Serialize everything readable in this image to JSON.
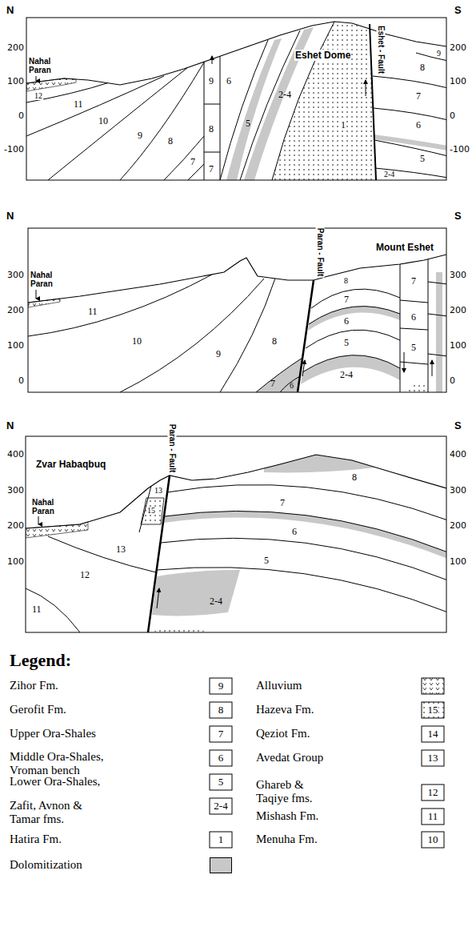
{
  "diagram": {
    "labels": [
      "N",
      "S",
      "Eshet Dome",
      "Eshet - Fault",
      "Nahal Paran",
      "200",
      "100",
      "0",
      "-100",
      "200",
      "100",
      "0",
      "-100",
      "12",
      "11",
      "10",
      "9",
      "8",
      "7",
      "9",
      "8",
      "7",
      "6",
      "5",
      "2-4",
      "1",
      "8",
      "9",
      "7",
      "6",
      "2-4",
      "5",
      "N",
      "S",
      "Nahal Paran",
      "Paran - Fault",
      "Mount Eshet",
      "300",
      "200",
      "100",
      "0",
      "300",
      "200",
      "100",
      "0",
      "11",
      "10",
      "9",
      "8",
      "7",
      "6",
      "8",
      "7",
      "6",
      "5",
      "2-4",
      "7",
      "6",
      "5",
      "N",
      "S",
      "Zvar Habaqbuq",
      "Paran - Fault",
      "Nahal Paran",
      "400",
      "300",
      "200",
      "100",
      "400",
      "300",
      "200",
      "100",
      "15",
      "13",
      "13",
      "12",
      "11",
      "8",
      "7",
      "6",
      "5",
      "2-4",
      "Legend:",
      "9",
      "8",
      "7",
      "6",
      "5",
      "2-4",
      "1",
      "15",
      "14",
      "13",
      "12",
      "11",
      "10"
    ],
    "legend": [
      {
        "text": "Zihor Fm."
      },
      {
        "text": "Gerofit Fm."
      },
      {
        "text": "Upper Ora-Shales"
      },
      {
        "text": "Middle Ora-Shales, Vroman bench"
      },
      {
        "text": "Lower Ora-Shales,"
      },
      {
        "text": "Zafit, Avnon & Tamar fms."
      },
      {
        "text": "Hatira Fm."
      },
      {
        "text": "Dolomitization",
        "color": "#c8c8c8"
      },
      {
        "text": "Alluvium"
      },
      {
        "text": "Hazeva Fm."
      },
      {
        "text": "Qeziot Fm."
      },
      {
        "text": "Avedat Group"
      },
      {
        "text": "Ghareb & Taqiye fms."
      },
      {
        "text": "Mishash Fm."
      },
      {
        "text": "Menuha Fm."
      }
    ]
  }
}
